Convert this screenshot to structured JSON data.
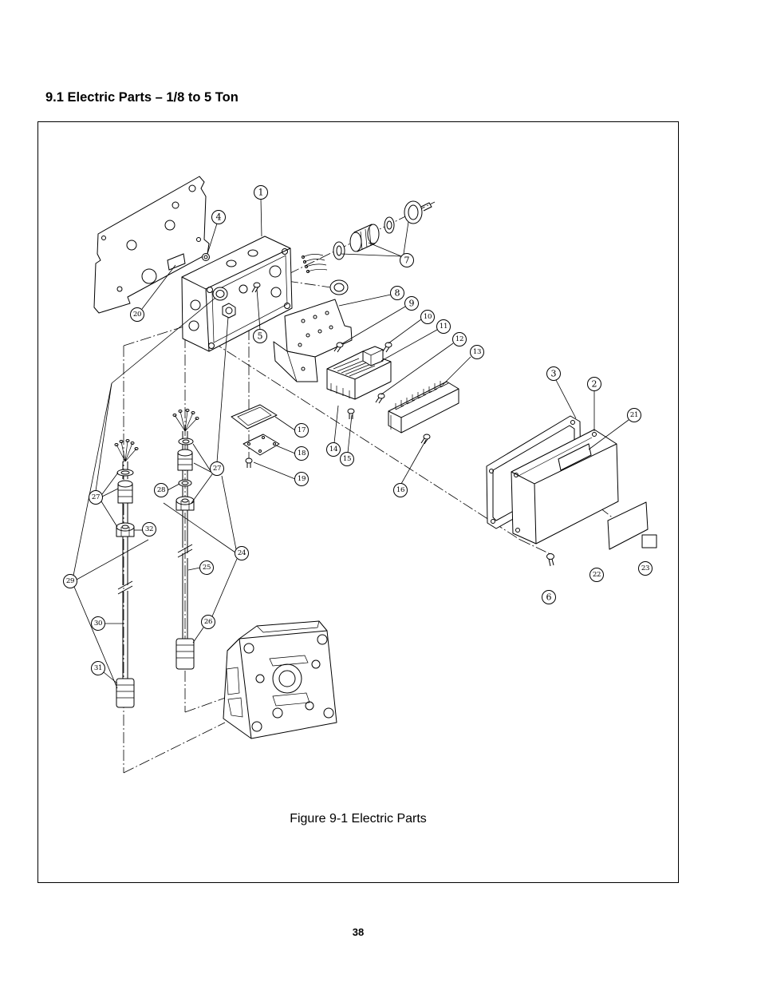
{
  "section_heading": "9.1 Electric Parts – 1/8 to 5 Ton",
  "figure": {
    "caption": "Figure 9-1 Electric Parts",
    "callouts": [
      "1",
      "4",
      "7",
      "20",
      "5",
      "8",
      "9",
      "10",
      "11",
      "12",
      "13",
      "3",
      "2",
      "21",
      "17",
      "18",
      "19",
      "14",
      "15",
      "16",
      "27",
      "28",
      "27",
      "32",
      "24",
      "25",
      "29",
      "22",
      "23",
      "6",
      "30",
      "26",
      "31"
    ]
  },
  "page_number": "38"
}
